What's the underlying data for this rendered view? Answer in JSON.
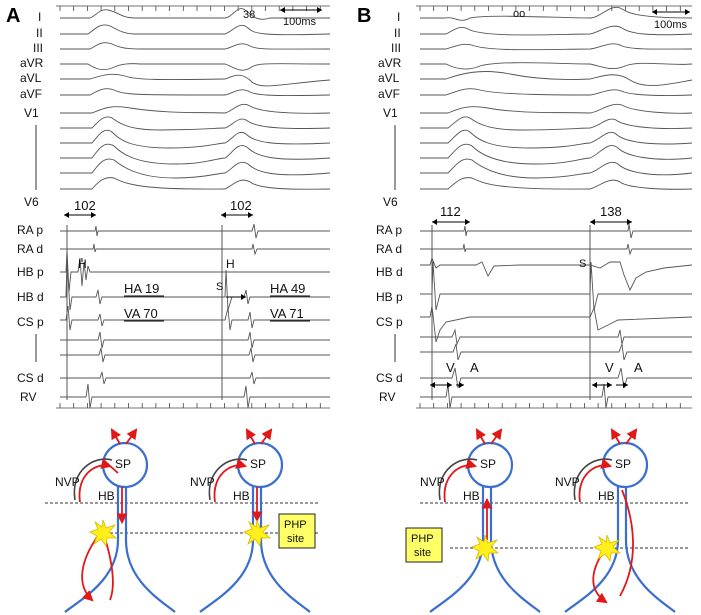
{
  "panels": {
    "a": {
      "letter": "A",
      "ecg_leads": [
        "I",
        "II",
        "III",
        "aVR",
        "aVL",
        "aVF",
        "V1",
        "V6"
      ],
      "egm_leads": [
        "RA p",
        "RA d",
        "HB p",
        "HB d",
        "CS p",
        "CS d",
        "RV"
      ],
      "interval_left": "102",
      "interval_right": "102",
      "label_h_left": "H",
      "label_h_right": "H",
      "label_s_right": "S",
      "label_ha_left": "HA 19",
      "label_va_left": "VA 70",
      "label_ha_right": "HA 49",
      "label_va_right": "VA 71",
      "label_small_right": "38",
      "scale_bar": "100ms"
    },
    "b": {
      "letter": "B",
      "ecg_leads": [
        "I",
        "II",
        "III",
        "aVR",
        "aVL",
        "aVF",
        "V1",
        "V6"
      ],
      "egm_leads": [
        "RA p",
        "RA d",
        "HB d",
        "HB p",
        "CS p",
        "CS d",
        "RV"
      ],
      "interval_left": "112",
      "interval_right": "138",
      "label_s_right": "S",
      "label_v_left": "V",
      "label_a_left": "A",
      "label_v_right": "V",
      "label_a_right": "A",
      "label_small_top": "oo",
      "scale_bar": "100ms"
    }
  },
  "diagrams": [
    {
      "sp": "SP",
      "nvp": "NVP",
      "hb": "HB"
    },
    {
      "sp": "SP",
      "nvp": "NVP",
      "hb": "HB",
      "site": [
        "PHP",
        "site"
      ]
    },
    {
      "sp": "SP",
      "nvp": "NVP",
      "hb": "HB",
      "site": [
        "PHP",
        "site"
      ]
    },
    {
      "sp": "SP",
      "nvp": "NVP",
      "hb": "HB"
    }
  ],
  "colors": {
    "pathway": "#e01818",
    "conduction": "#3a6fcf",
    "site_box": "#ffff66",
    "star": "#ffef1a"
  }
}
